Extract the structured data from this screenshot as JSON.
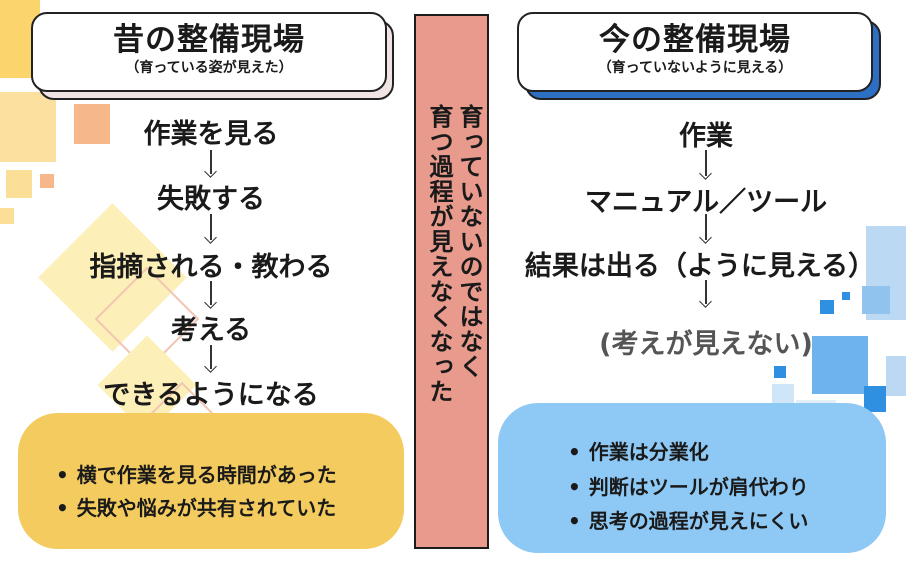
{
  "left": {
    "title": "昔の整備現場",
    "subtitle": "（育っている姿が見えた）",
    "steps": [
      "作業を見る",
      "失敗する",
      "指摘される・教わる",
      "考える",
      "できるようになる"
    ],
    "summary": [
      "横で作業を見る時間があった",
      "失敗や悩みが共有されていた"
    ],
    "summary_bullet": "•",
    "colors": {
      "summary_bg": "#f3cb5e",
      "shadow": "#f0e4e4"
    }
  },
  "center": {
    "lines": [
      "育っていないのではなく",
      "育つ過程が見えなくなった"
    ],
    "colors": {
      "bg": "#e89b8d"
    }
  },
  "right": {
    "title": "今の整備現場",
    "subtitle": "（育っていないように見える）",
    "steps": [
      "作業",
      "マニュアル／ツール",
      "結果は出る（ように見える）"
    ],
    "note": "(考えが見えない)",
    "summary": [
      "作業は分業化",
      "判断はツールが肩代わり",
      "思考の過程が見えにくい"
    ],
    "summary_bullet": "•",
    "colors": {
      "summary_bg": "#8ec8f4",
      "shadow": "#2d6fc2"
    }
  }
}
